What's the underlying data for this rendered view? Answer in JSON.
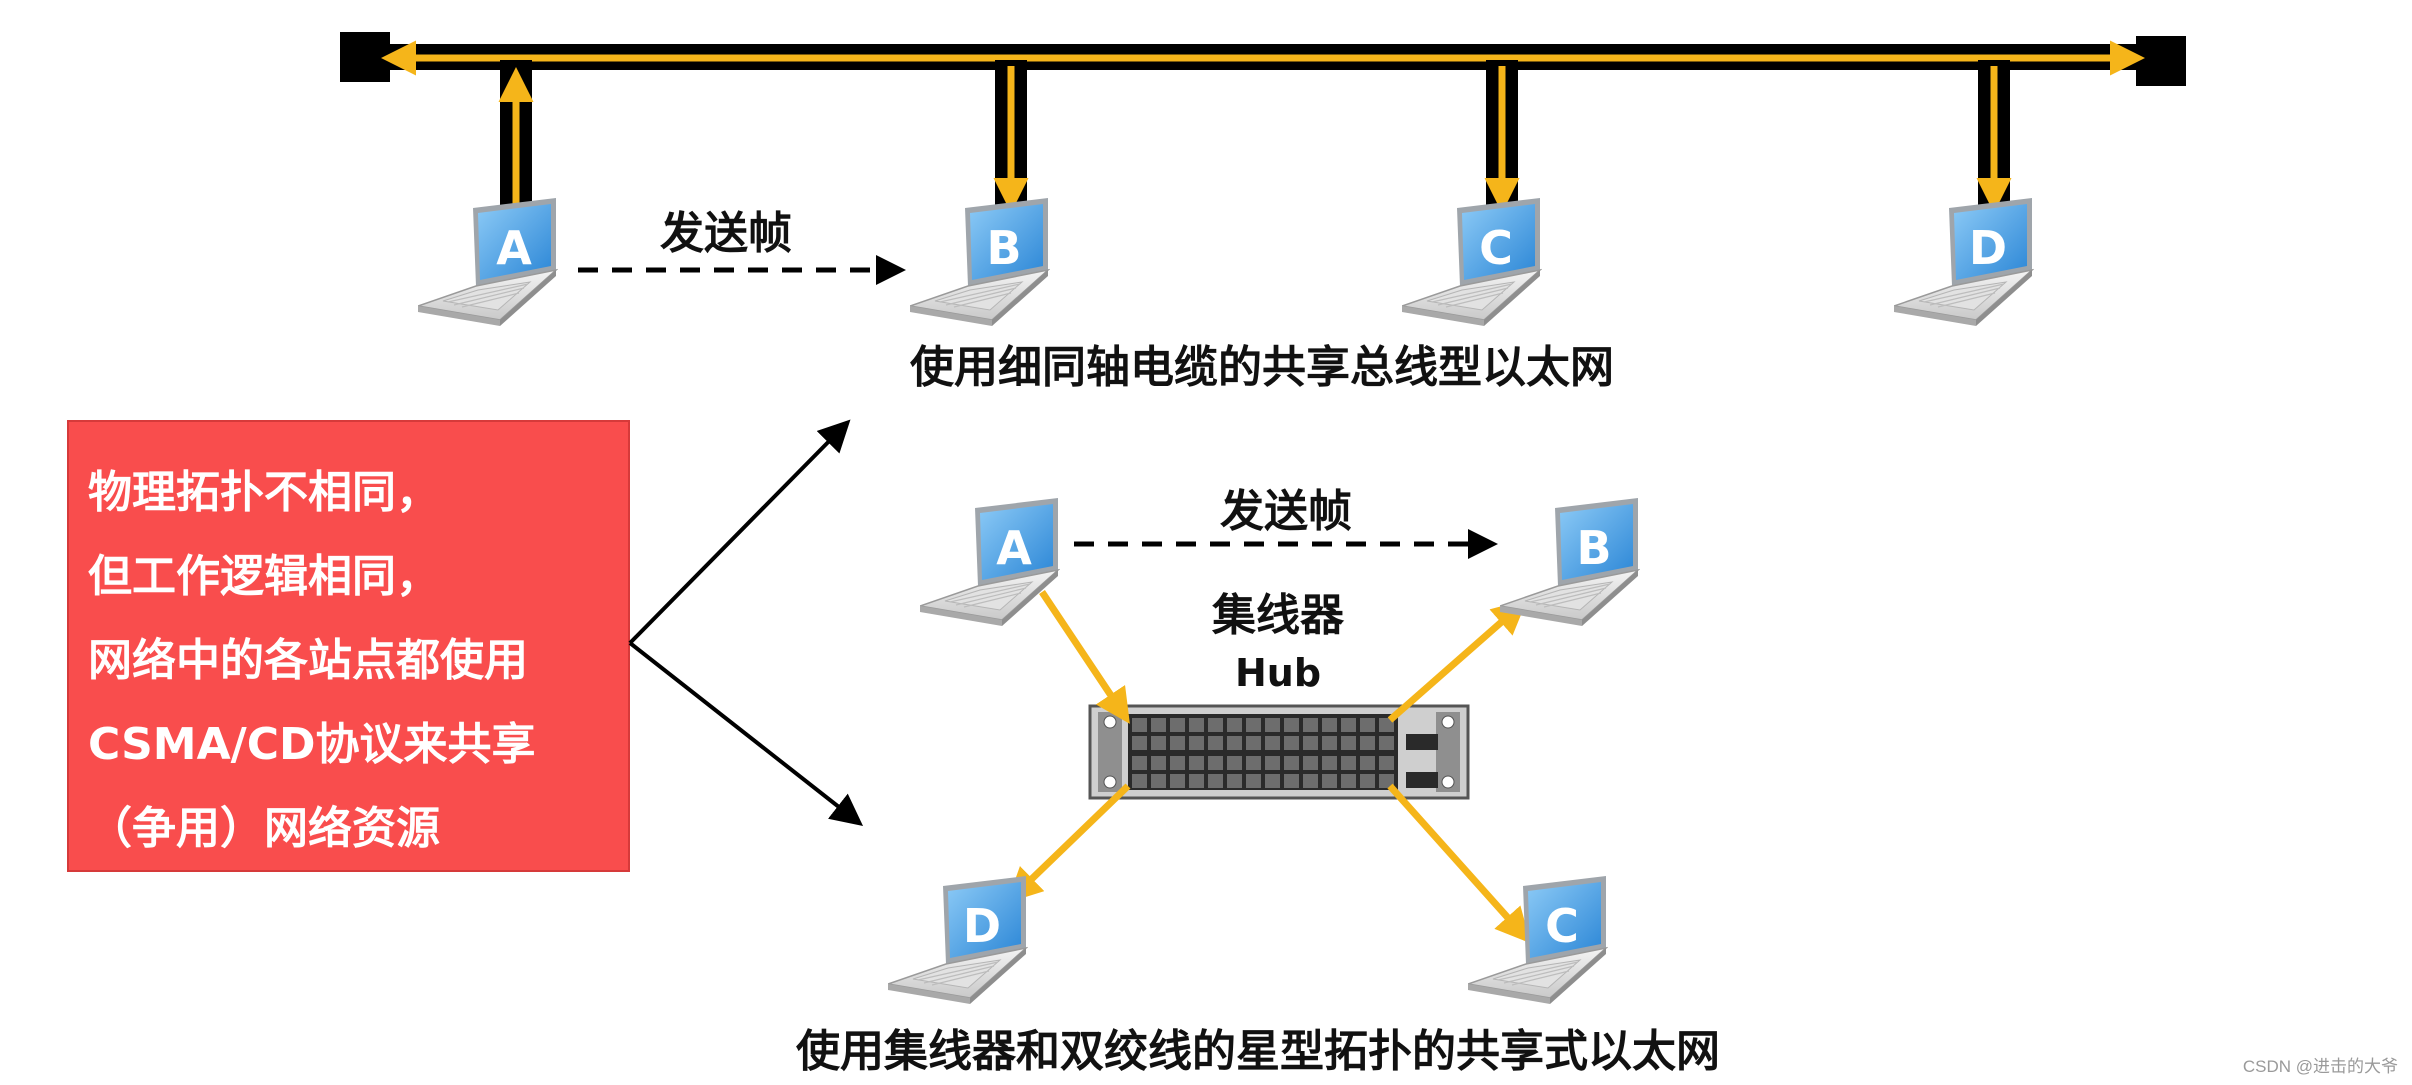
{
  "bus": {
    "caption": "使用细同轴电缆的共享总线型以太网",
    "frame_label": "发送帧",
    "computers": [
      "A",
      "B",
      "C",
      "D"
    ]
  },
  "star": {
    "caption": "使用集线器和双绞线的星型拓扑的共享式以太网",
    "frame_label": "发送帧",
    "hub_label": "集线器",
    "hub_sublabel": "Hub",
    "computers": [
      "A",
      "B",
      "C",
      "D"
    ]
  },
  "callout": {
    "lines": [
      "物理拓扑不相同，",
      "但工作逻辑相同，",
      "网络中的各站点都使用",
      "CSMA/CD协议来共享",
      "（争用）网络资源"
    ]
  },
  "watermark": "CSDN @进击的大爷",
  "colors": {
    "signal": "#f5b51a",
    "cable": "#000000",
    "callout_bg": "#f94d4d",
    "screen": "#4aa3e8"
  }
}
